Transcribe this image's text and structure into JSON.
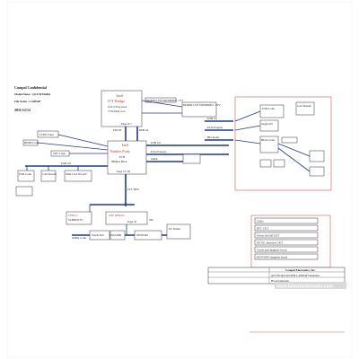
{
  "header": {
    "company": "Compal Confidential",
    "model": "Model Name : QCU50 Hudid",
    "file": "File Name : LA8954P",
    "date": "2011/12/12"
  },
  "blocks": {
    "cpu": {
      "title1": "Intel",
      "title2": "IVY Bridge",
      "sub1": "CULV Processor",
      "sub2": "17W/Dual core",
      "page": "Page 4~7"
    },
    "pch": {
      "title1": "Intel",
      "title2": "Panther Point",
      "sub1": "PCH",
      "sub2": "989pins BGA",
      "page": "Page 13~20"
    },
    "ec": {
      "title": "ENE KB9012",
      "page": "Page 33"
    },
    "tpm": {
      "title": "TPM1.2",
      "sub": "SLB9635TT",
      "page": "Page 32"
    },
    "ddr": {
      "line1": "DDRIII-1333 SODIMMx1 1.5V",
      "line2": "DDRIII-1333 SODIMMx1 1.5V"
    },
    "lvds": {
      "label": "LVDS Conn",
      "page": "Page 21"
    },
    "hdmi": {
      "label": "HDMI Conn"
    },
    "crt": {
      "label": "CRT Conn"
    },
    "usb_conn": {
      "label": "USB Conn"
    },
    "cardreader": {
      "label": "Card Reader"
    },
    "audio_codec": {
      "label": "HDA Codec"
    },
    "lan": {
      "label": "GigaLAN"
    },
    "wlan": {
      "label": "Mini Card WLAN"
    },
    "touchpad": {
      "label": "Touch Pad"
    },
    "keyboard": {
      "label": "Int.KBD"
    },
    "spi": {
      "label": "SPI ROM"
    },
    "fan": {
      "label": "EC Onfan"
    },
    "onbat": {
      "label": "OnBat Conn"
    }
  },
  "buses": {
    "fdi": "FDI x8",
    "dmi": "DMI x4",
    "usb": "USB 2.0",
    "pcie": "PCIe Express",
    "hda": "HD Audio",
    "sata": "SATA",
    "lpc": "LPC BUS",
    "spi": "SPI",
    "smbus": "SMBus"
  },
  "right_list": {
    "items": [
      "LEDs",
      "RTC CKT",
      "Power On/Off CKT",
      "DC/DC Interface CKT",
      "Touch pad/daughter board",
      "BATTERY/daughter board"
    ]
  },
  "title_block": {
    "company": "Compal Electronics, Inc.",
    "doc": "QCU50/QCU60 M/B LA8954P Schematic",
    "title": "Block Diagram"
  },
  "watermark": "www.boardschematic.com"
}
